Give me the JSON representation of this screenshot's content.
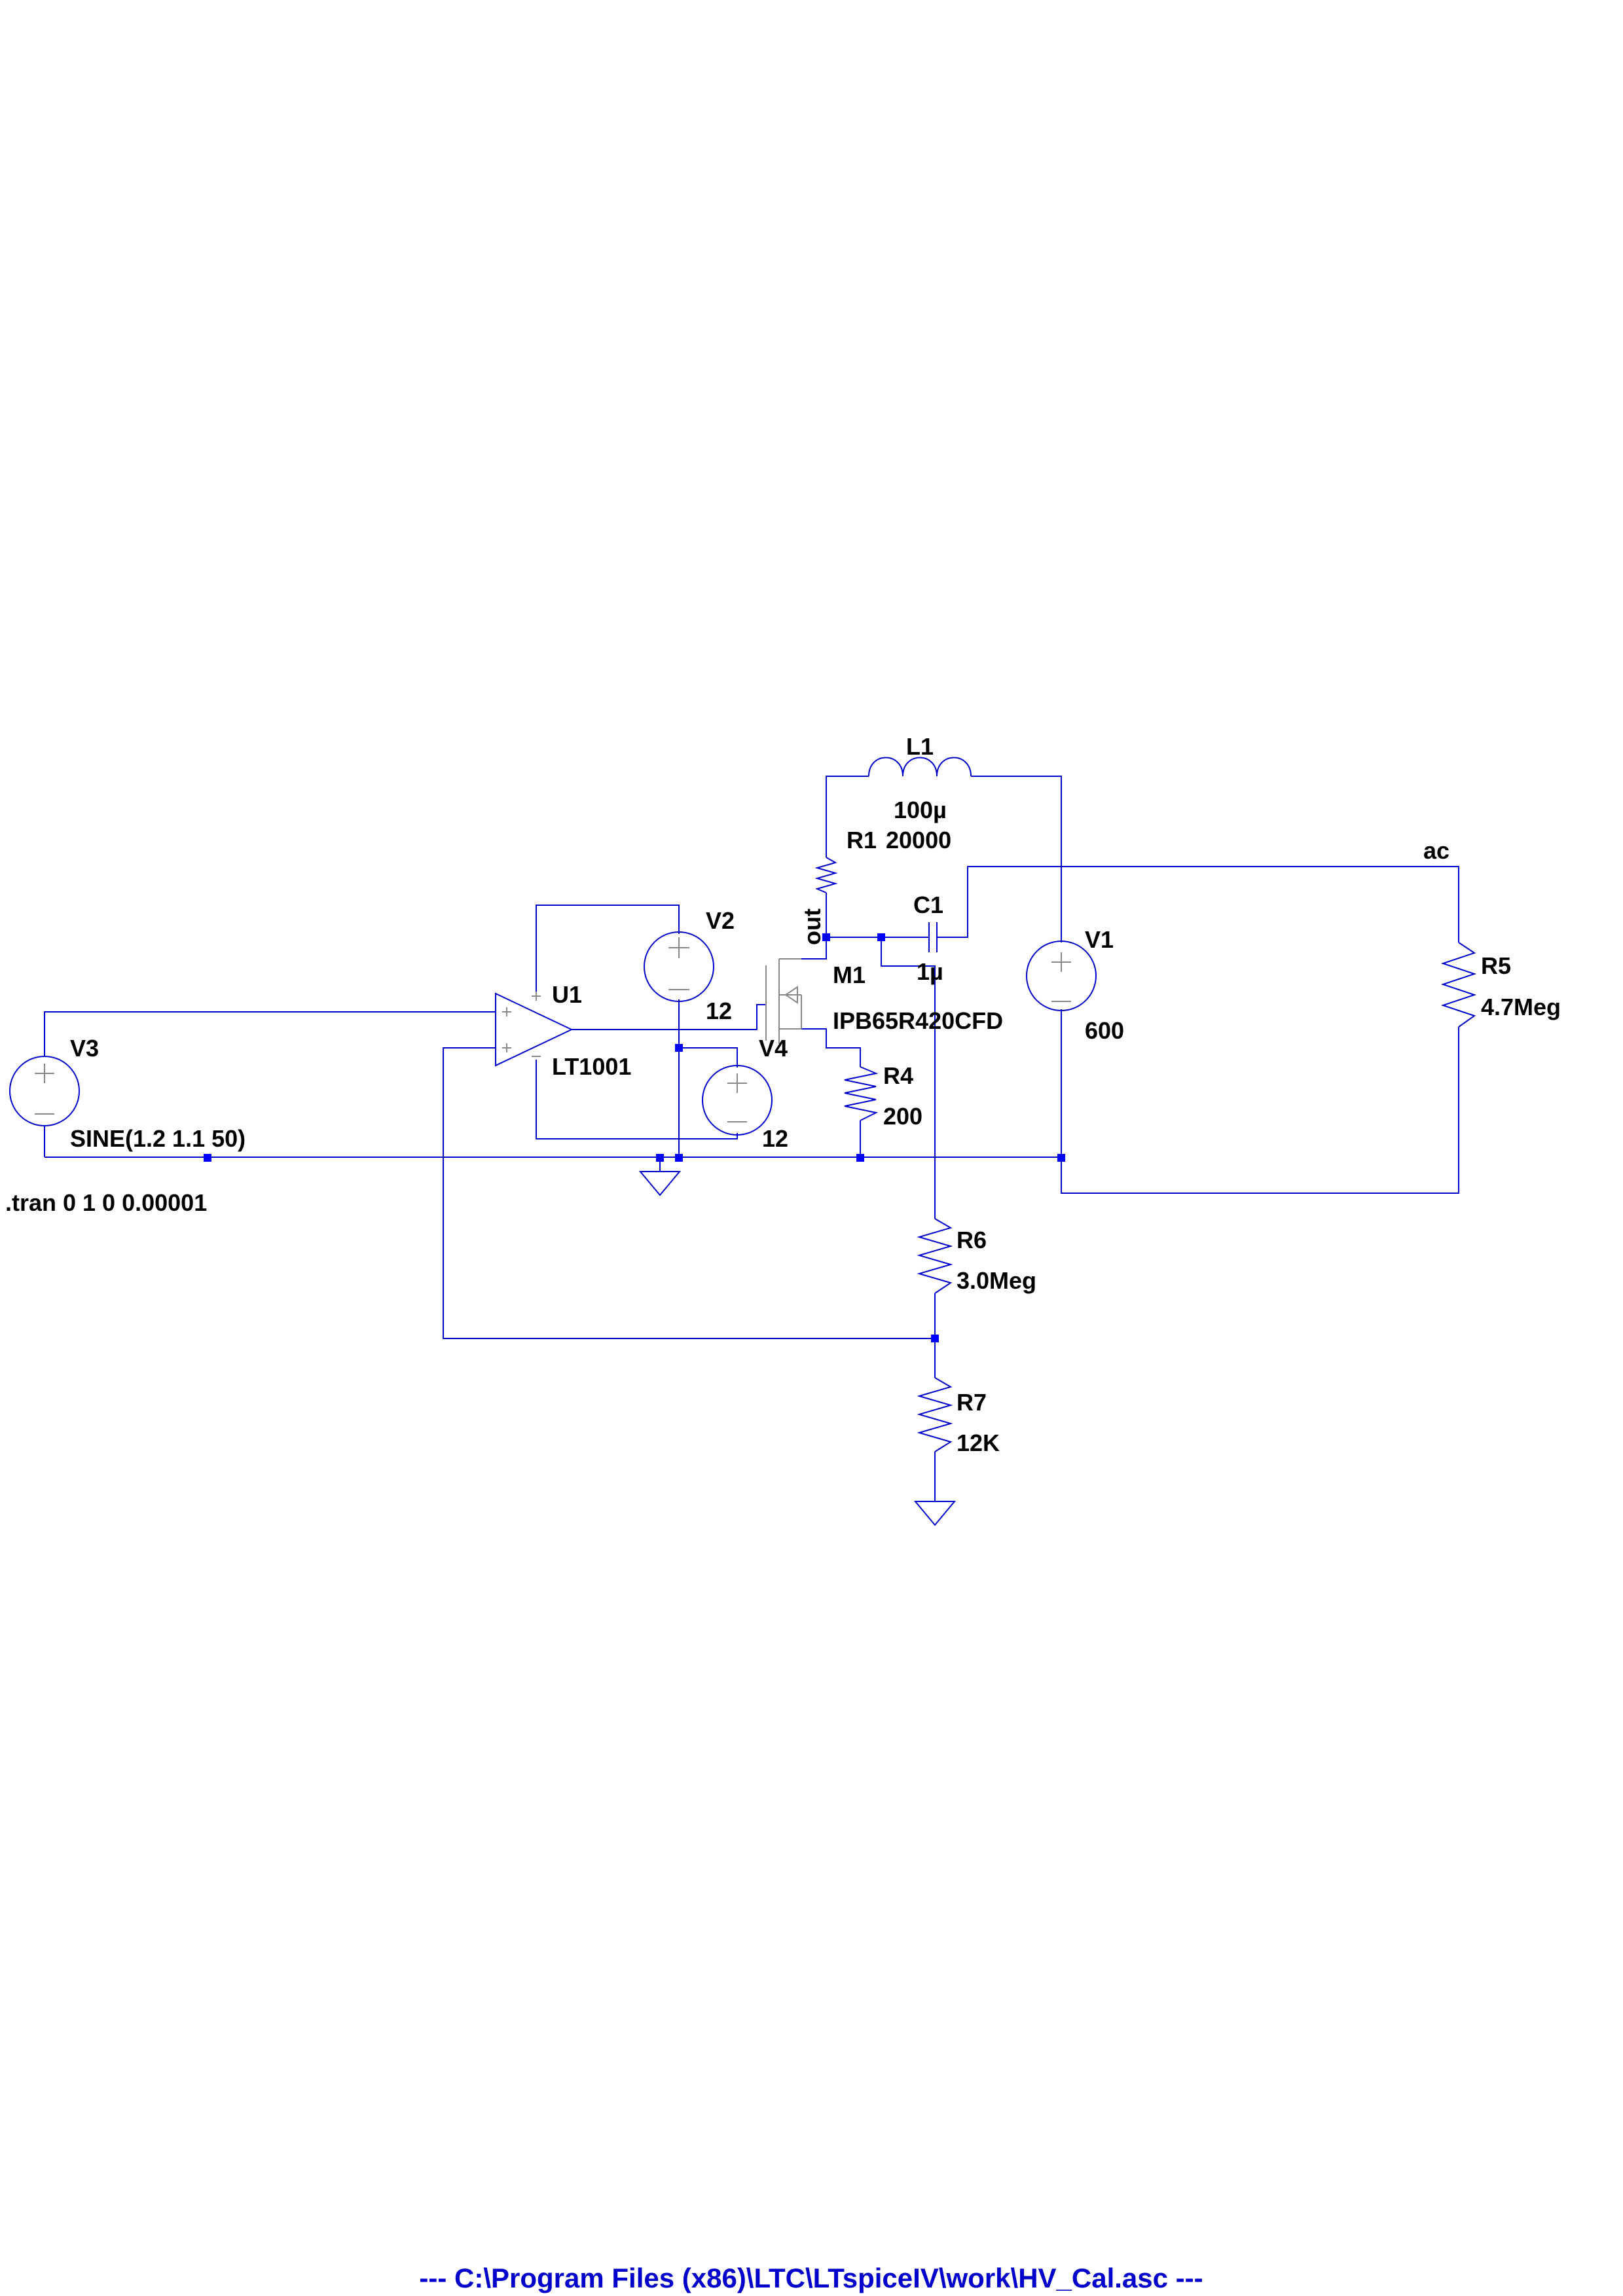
{
  "schematic": {
    "components": {
      "L1": {
        "ref": "L1",
        "value": "100µ"
      },
      "R1": {
        "ref": "R1",
        "value": "20000"
      },
      "C1": {
        "ref": "C1",
        "value": "1µ"
      },
      "V1": {
        "ref": "V1",
        "value": "600"
      },
      "V2": {
        "ref": "V2",
        "value": "12"
      },
      "V3": {
        "ref": "V3",
        "value": "SINE(1.2 1.1 50)"
      },
      "V4": {
        "ref": "V4",
        "value": "12"
      },
      "U1": {
        "ref": "U1",
        "value": "LT1001"
      },
      "M1": {
        "ref": "M1",
        "value": "IPB65R420CFD"
      },
      "R4": {
        "ref": "R4",
        "value": "200"
      },
      "R5": {
        "ref": "R5",
        "value": "4.7Meg"
      },
      "R6": {
        "ref": "R6",
        "value": "3.0Meg"
      },
      "R7": {
        "ref": "R7",
        "value": "12K"
      }
    },
    "net_labels": {
      "out": "out",
      "ac": "ac"
    },
    "directive": ".tran 0 1 0 0.00001",
    "footer": "---  C:\\Program Files (x86)\\LTC\\LTspiceIV\\work\\HV_Cal.asc  ---"
  }
}
